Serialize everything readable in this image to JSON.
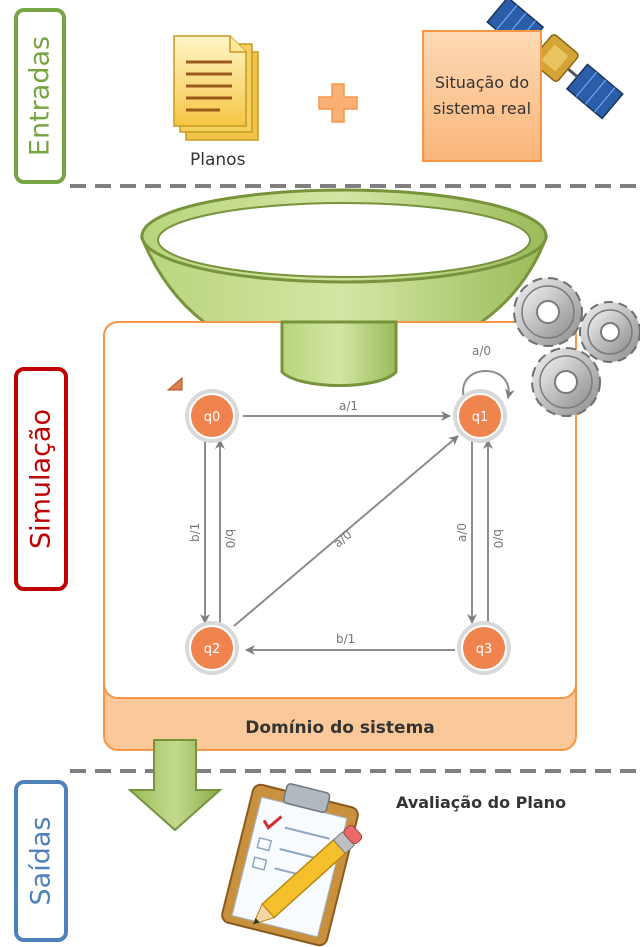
{
  "sections": {
    "entradas": "Entradas",
    "simulacao": "Simulação",
    "saidas": "Saídas"
  },
  "inputs": {
    "planos": "Planos",
    "situacao": "Situação do sistema real"
  },
  "domain_label": "Domínio do sistema",
  "output_label": "Avaliação do Plano",
  "automaton": {
    "states": [
      "q0",
      "q1",
      "q2",
      "q3"
    ],
    "transitions": {
      "q0_q1": "a/1",
      "q1_q1": "a/0",
      "q0_q2": "b/1",
      "q2_q0": "b/0",
      "q2_q1": "a/0",
      "q1_q3": "b/0",
      "q3_q1": "a/0",
      "q3_q2": "b/1"
    }
  },
  "colors": {
    "entradas": "#77a544",
    "simulacao": "#c00000",
    "saidas": "#4f81bd",
    "state_fill": "#f0844f",
    "funnel": "#9bbb59",
    "domain_border": "#f79646"
  },
  "icons": [
    "document-stack-icon",
    "plus-icon",
    "satellite-icon",
    "gears-icon",
    "down-arrow-icon",
    "clipboard-pencil-icon"
  ]
}
